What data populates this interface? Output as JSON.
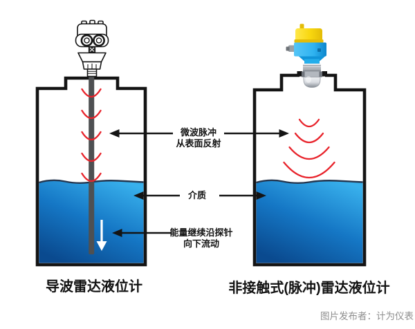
{
  "colors": {
    "outline": "#141414",
    "wave_red": "#e8232b",
    "liquid_top": "#38b0ec",
    "liquid_mid": "#1577c5",
    "liquid_bottom": "#0a4a8f",
    "surface_line": "#24364f",
    "probe_gray": "#4e5052",
    "arrow_white": "#ffffff",
    "sensor_yellow": "#f8d70f",
    "sensor_yellow_dark": "#e3bc07",
    "sensor_blue": "#2fb3f0",
    "sensor_blue_dark": "#0d86cc",
    "metal_light": "#d9dce1",
    "metal_dark": "#868c94",
    "title_color": "#111111",
    "watermark_color": "#8e8e8e"
  },
  "annotations": {
    "pulse": {
      "line1": "微波脉冲",
      "line2": "从表面反射"
    },
    "medium": {
      "text": "介质"
    },
    "energy": {
      "line1": "能量继续沿探针",
      "line2": "向下流动"
    }
  },
  "captions": {
    "left_title": "导波雷达液位计",
    "right_title": "非接触式(脉冲)雷达液位计"
  },
  "watermark": {
    "text": "图片发布者：计为仪表"
  }
}
